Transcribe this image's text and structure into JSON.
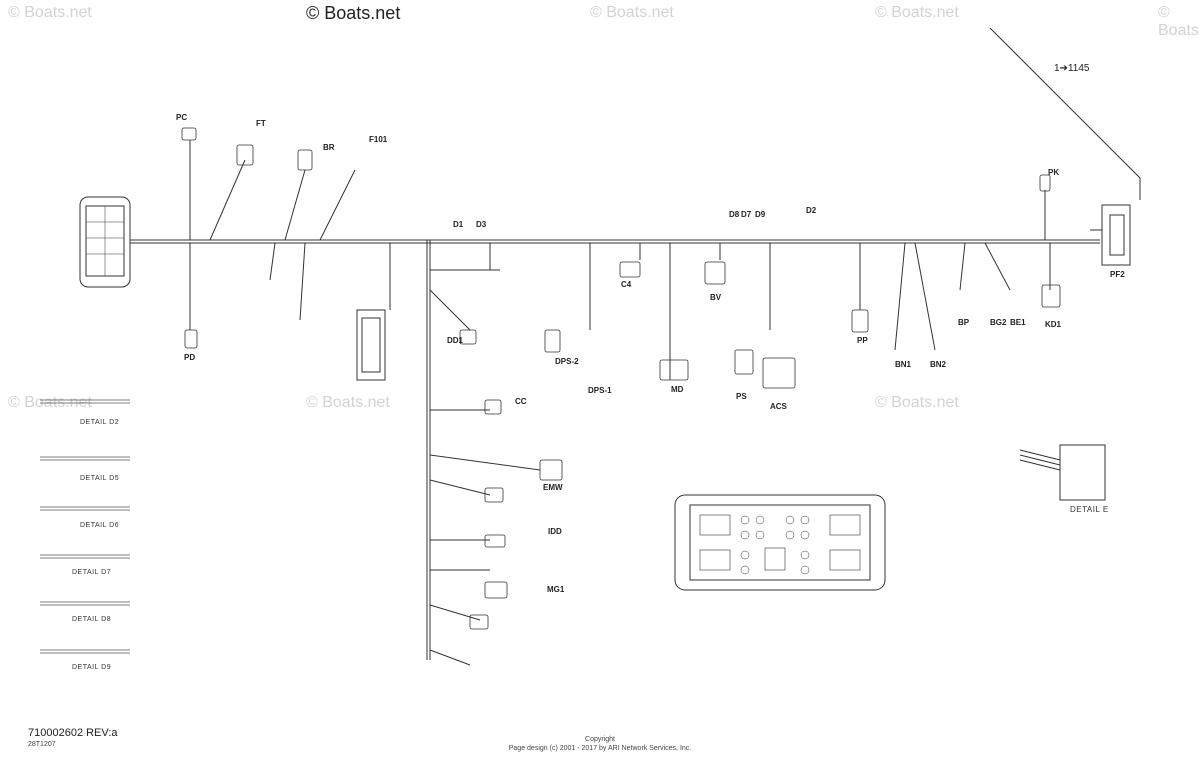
{
  "header": {
    "watermark_main": "© Boats.net",
    "watermarks": [
      "© Boats.net",
      "© Boats.net",
      "© Boats.net",
      "© Boats.net",
      "© Boats.net",
      "© Boats.net",
      "© Boats.net"
    ],
    "reference": "1➔1145"
  },
  "footer": {
    "doc_number": "710002602 REV:a",
    "doc_sub": "28T1207",
    "copyright_title": "Copyright",
    "copyright_text": "Page design (c) 2001 - 2017 by ARI Network Services, Inc."
  },
  "details": {
    "left": [
      "DETAIL D2",
      "DETAIL D5",
      "DETAIL D6",
      "DETAIL D7",
      "DETAIL D8",
      "DETAIL D9"
    ],
    "right": "DETAIL E"
  },
  "connector_labels": [
    "PC",
    "FT",
    "BR",
    "F101",
    "PD",
    "DD1",
    "CC",
    "DPS-2",
    "C4",
    "DPS-1",
    "MD",
    "BV",
    "PS",
    "ACS",
    "PP",
    "BN1",
    "BN2",
    "BP",
    "BG2",
    "BE1",
    "KD1",
    "PK",
    "PF2",
    "IDD",
    "MG1",
    "EMW",
    "D1",
    "D3",
    "D8",
    "D7",
    "D9",
    "D2"
  ],
  "colors": {
    "line": "#333333",
    "watermark": "#d3d3d3",
    "background": "#ffffff"
  }
}
